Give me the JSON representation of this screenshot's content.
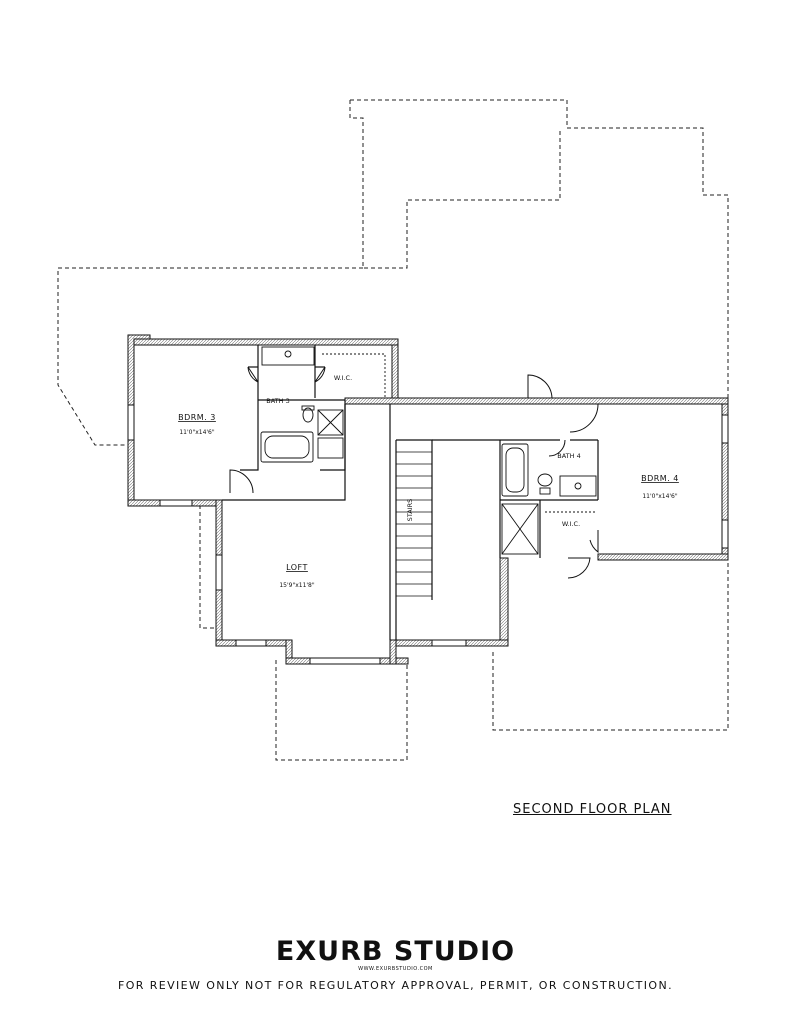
{
  "plan": {
    "title": "SECOND FLOOR PLAN",
    "rooms": {
      "bdrm3": {
        "name": "BDRM. 3",
        "dims": "11'0\"x14'6\""
      },
      "bdrm4": {
        "name": "BDRM. 4",
        "dims": "11'0\"x14'6\""
      },
      "loft": {
        "name": "LOFT",
        "dims": "15'9\"x11'8\""
      },
      "bath3": {
        "name": "BATH 3"
      },
      "bath4": {
        "name": "BATH 4"
      },
      "wic_left": {
        "name": "W.I.C."
      },
      "wic_right": {
        "name": "W.I.C."
      },
      "stairs": {
        "name": "STAIRS"
      }
    }
  },
  "brand": {
    "name": "EXURB STUDIO",
    "url": "WWW.EXURBSTUDIO.COM",
    "disclaimer": "FOR REVIEW ONLY NOT FOR REGULATORY APPROVAL, PERMIT, OR CONSTRUCTION."
  }
}
